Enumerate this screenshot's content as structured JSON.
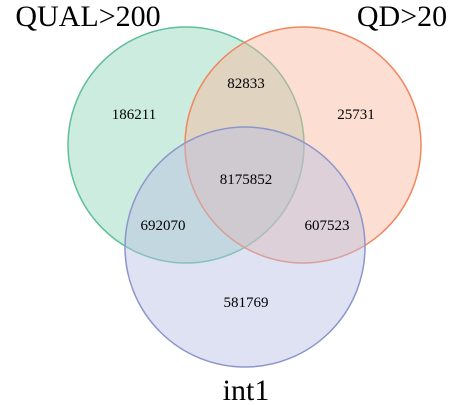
{
  "venn": {
    "sets": [
      {
        "id": "qual",
        "label": "QUAL>200",
        "fill": "#8fd5b9",
        "stroke": "#5fbf9c"
      },
      {
        "id": "qd",
        "label": "QD>20",
        "fill": "#f9b69b",
        "stroke": "#f0875e"
      },
      {
        "id": "int1",
        "label": "int1",
        "fill": "#b8bfe3",
        "stroke": "#8d96cc"
      }
    ],
    "regions": {
      "qual_only": "186211",
      "qd_only": "25731",
      "int1_only": "581769",
      "qual_qd": "82833",
      "qual_int1": "692070",
      "qd_int1": "607523",
      "all_three": "8175852"
    }
  }
}
